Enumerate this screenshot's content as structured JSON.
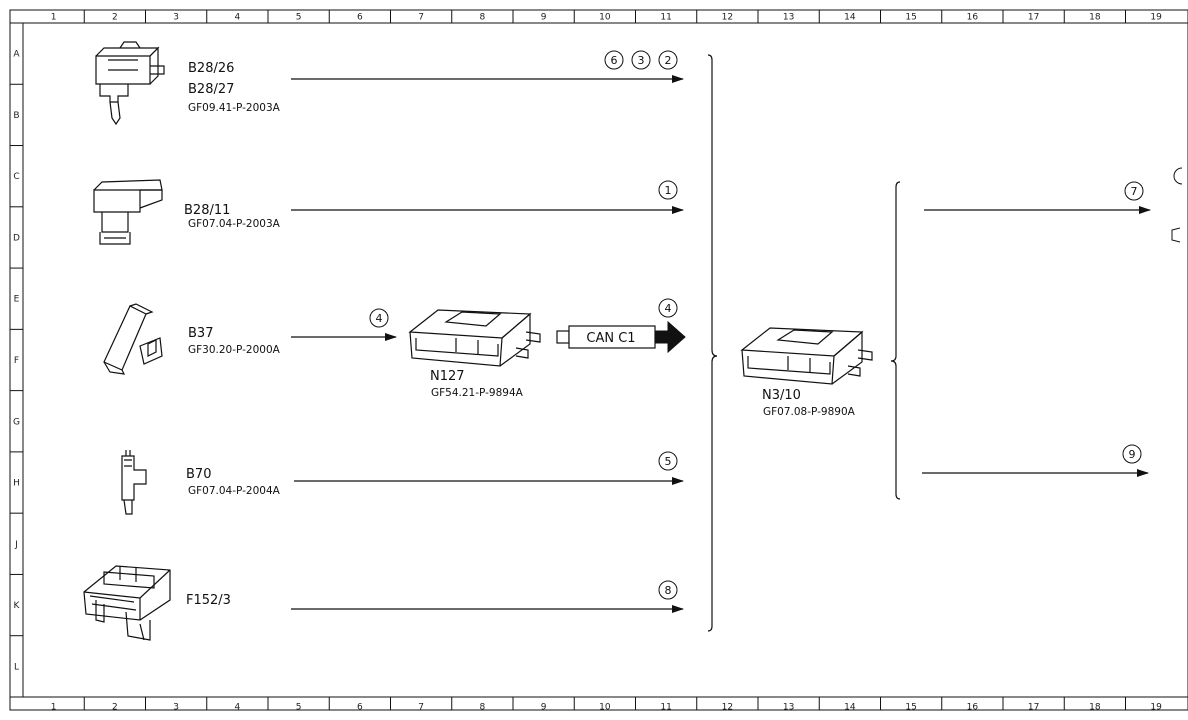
{
  "grid": {
    "columns": [
      "1",
      "2",
      "3",
      "4",
      "5",
      "6",
      "7",
      "8",
      "9",
      "10",
      "11",
      "12",
      "13",
      "14",
      "15",
      "16",
      "17",
      "18",
      "19"
    ],
    "rows": [
      "A",
      "B",
      "C",
      "D",
      "E",
      "F",
      "G",
      "H",
      "J",
      "K",
      "L"
    ]
  },
  "components": [
    {
      "id": "b28-26-27",
      "label1": "B28/26",
      "label2": "B28/27",
      "ref": "GF09.41-P-2003A"
    },
    {
      "id": "b28-11",
      "label1": "B28/11",
      "ref": "GF07.04-P-2003A"
    },
    {
      "id": "b37",
      "label1": "B37",
      "ref": "GF30.20-P-2000A"
    },
    {
      "id": "b70",
      "label1": "B70",
      "ref": "GF07.04-P-2004A"
    },
    {
      "id": "f152-3",
      "label1": "F152/3"
    }
  ],
  "modules": {
    "n127": {
      "label": "N127",
      "ref": "GF54.21-P-9894A"
    },
    "n3_10": {
      "label": "N3/10",
      "ref": "GF07.08-P-9890A"
    }
  },
  "bus": {
    "label": "CAN C1"
  },
  "signals": {
    "row1": [
      "6",
      "3",
      "2"
    ],
    "row2": [
      "1"
    ],
    "row3_in": [
      "4"
    ],
    "row3_out": [
      "4"
    ],
    "row4": [
      "5"
    ],
    "row5": [
      "8"
    ],
    "out_top": [
      "7"
    ],
    "out_bottom": [
      "9"
    ]
  }
}
